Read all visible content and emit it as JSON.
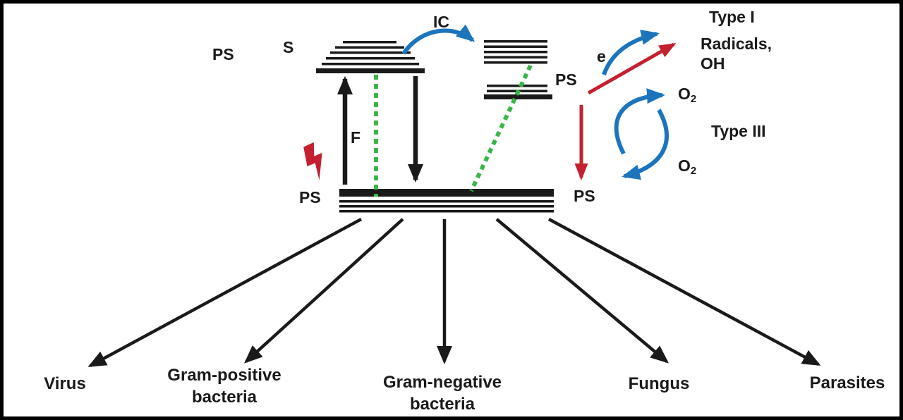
{
  "diagram": {
    "ps_excited": "PS",
    "singlet": "S",
    "internal_conversion": "IC",
    "ps_triplet": "PS",
    "electron": "e",
    "fluorescence": "F",
    "ps_ground_left": "PS",
    "ps_ground_right": "PS"
  },
  "type_one": {
    "title": "Type I",
    "products": [
      "Radicals,",
      "OH"
    ]
  },
  "type_three": {
    "title": "Type III",
    "o2_top": {
      "base": "O",
      "sub": "2"
    },
    "o2_bottom": {
      "base": "O",
      "sub": "2"
    }
  },
  "targets": [
    {
      "line1": "Virus",
      "line2": ""
    },
    {
      "line1": "Gram-positive",
      "line2": "bacteria"
    },
    {
      "line1": "Gram-negative",
      "line2": "bacteria"
    },
    {
      "line1": "Fungus",
      "line2": ""
    },
    {
      "line1": "Parasites",
      "line2": ""
    }
  ],
  "colors": {
    "black": "#1a1a1a",
    "red": "#c42030",
    "blue": "#1c75bc",
    "green": "#3ab54a"
  }
}
